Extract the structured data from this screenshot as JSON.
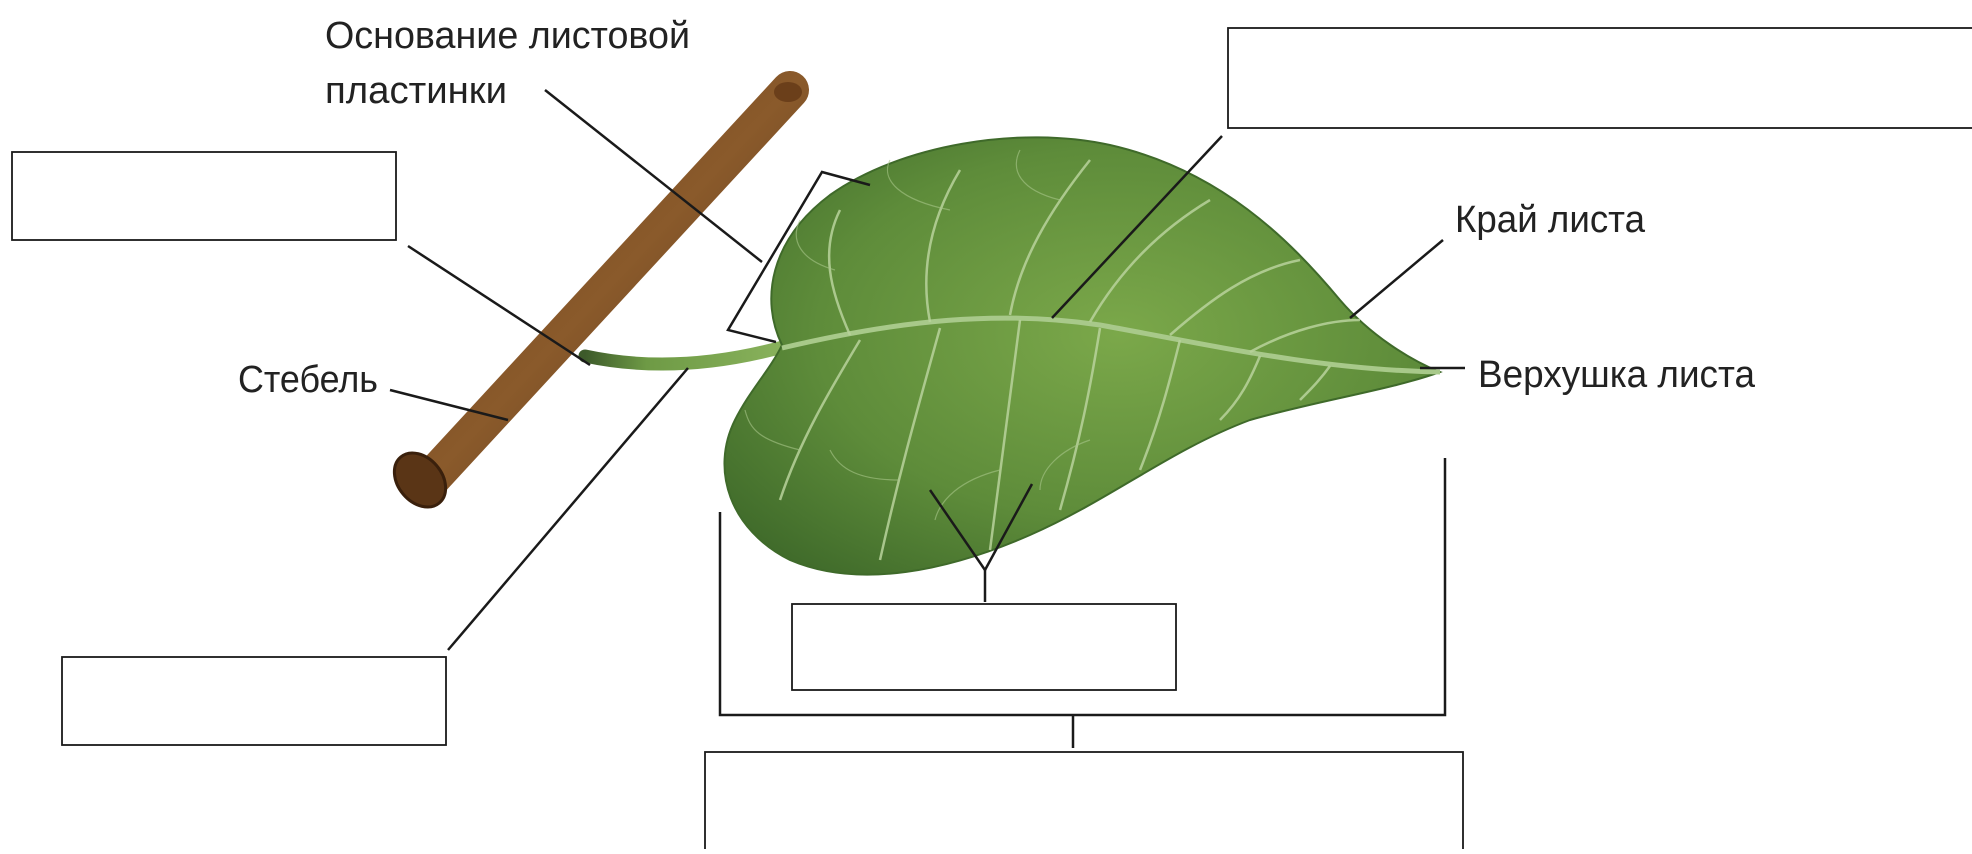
{
  "labels": {
    "leaf_base": [
      "Основание листовой",
      "пластинки"
    ],
    "leaf_margin": "Край листа",
    "leaf_apex": "Верхушка листа",
    "stem": "Стебель"
  },
  "answer_boxes": [
    {
      "id": "top-right",
      "text": ""
    },
    {
      "id": "top-left",
      "text": ""
    },
    {
      "id": "bottom-left",
      "text": ""
    },
    {
      "id": "bottom-middle",
      "text": ""
    },
    {
      "id": "bottom",
      "text": ""
    }
  ],
  "colors": {
    "leaf_light": "#7ba84a",
    "leaf_dark": "#41692a",
    "vein": "#b9d39c",
    "stem_dark": "#4a2a12",
    "stem_light": "#8a5a2b",
    "line": "#1a1a1a"
  }
}
